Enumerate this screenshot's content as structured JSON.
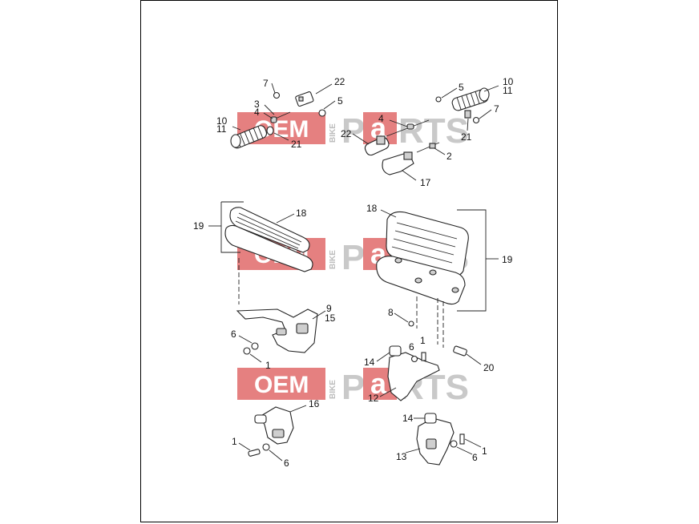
{
  "watermark": {
    "oem": "OEM",
    "bike": "BIKE",
    "p": "P",
    "a": "a",
    "rts": "RTS",
    "brand_color": "#e06a6a"
  },
  "callouts": {
    "c7a": "7",
    "c22a": "22",
    "c3": "3",
    "c4a": "4",
    "c5a": "5",
    "c10a": "10",
    "c11a": "11",
    "c21a": "21",
    "c5b": "5",
    "c10b": "10",
    "c11b": "11",
    "c7b": "7",
    "c4b": "4",
    "c22b": "22",
    "c21b": "21",
    "c2": "2",
    "c17": "17",
    "c19a": "19",
    "c18a": "18",
    "c18b": "18",
    "c19b": "19",
    "c9": "9",
    "c15": "15",
    "c6a": "6",
    "c1a": "1",
    "c8": "8",
    "c1b": "1",
    "c6b": "6",
    "c14a": "14",
    "c20": "20",
    "c12": "12",
    "c16": "16",
    "c1c": "1",
    "c6c": "6",
    "c14b": "14",
    "c13": "13",
    "c6d": "6",
    "c1d": "1"
  }
}
